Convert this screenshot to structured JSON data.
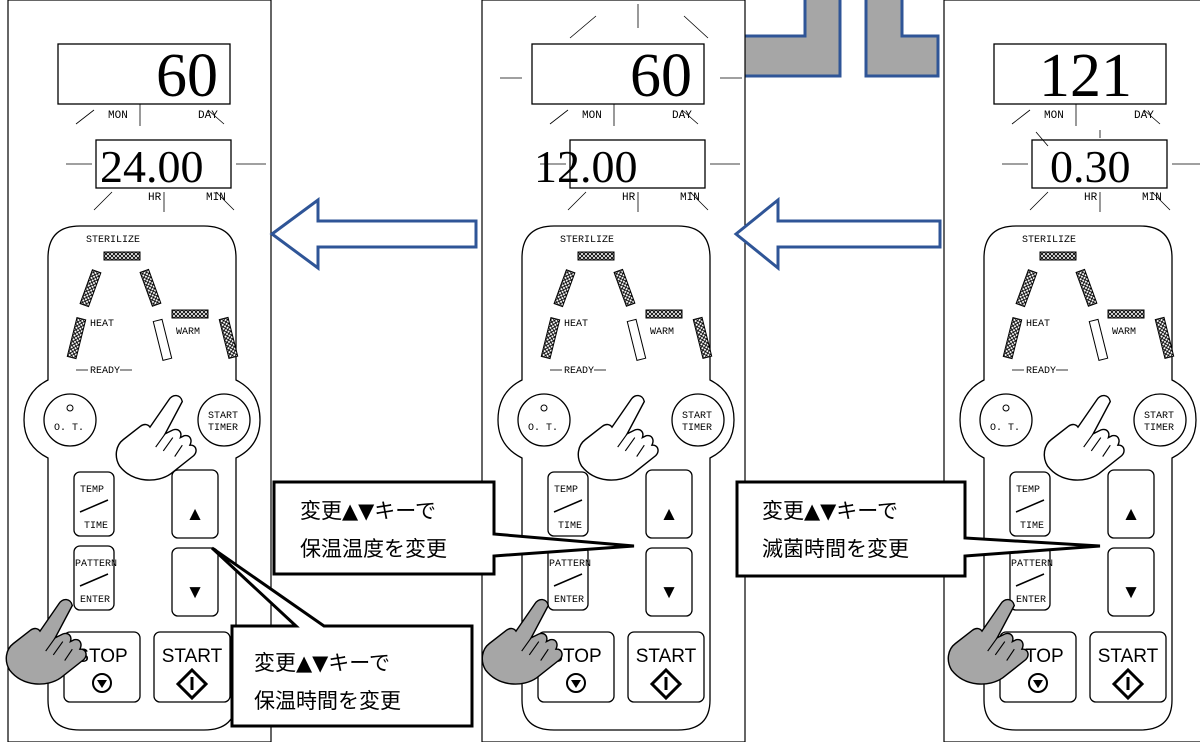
{
  "panels": [
    {
      "day_value": "60",
      "time_value": "24.00",
      "state": "warm-time"
    },
    {
      "day_value": "60",
      "time_value": "12.00",
      "state": "warm-temp"
    },
    {
      "day_value": "121",
      "time_value": "0.30",
      "state": "sterilize-time"
    }
  ],
  "labels": {
    "mon": "MON",
    "day": "DAY",
    "hr": "HR",
    "min": "MIN",
    "sterilize": "STERILIZE",
    "heat": "HEAT",
    "warm": "WARM",
    "ready": "READY",
    "ot": "O. T.",
    "start_timer_1": "START",
    "start_timer_2": "TIMER",
    "temp": "TEMP",
    "time": "TIME",
    "pattern": "PATTERN",
    "enter": "ENTER",
    "stop": "STOP",
    "start": "START",
    "up_glyph": "▲",
    "down_glyph": "▼"
  },
  "callouts": {
    "left": {
      "line1": "変更▲▼キーで",
      "line2": "保温時間を変更"
    },
    "middle": {
      "line1": "変更▲▼キーで",
      "line2": "保温温度を変更"
    },
    "right": {
      "line1": "変更▲▼キーで",
      "line2": "滅菌時間を変更"
    }
  },
  "colors": {
    "arrow_outline": "#2f5597",
    "grey_fill": "#a6a6a6"
  }
}
